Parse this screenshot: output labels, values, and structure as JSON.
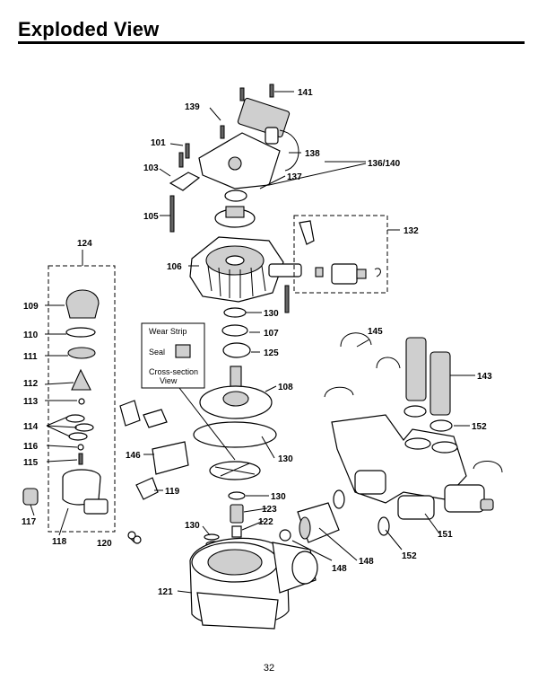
{
  "page": {
    "title": "Exploded View",
    "page_number": "32"
  },
  "callout": {
    "wear_strip": "Wear Strip",
    "seal": "Seal",
    "cross_section_line1": "Cross-section",
    "cross_section_line2": "View"
  },
  "labels": {
    "p101": "101",
    "p103": "103",
    "p105": "105",
    "p106": "106",
    "p107": "107",
    "p108": "108",
    "p109": "109",
    "p110": "110",
    "p111": "111",
    "p112": "112",
    "p113": "113",
    "p114": "114",
    "p115": "115",
    "p116": "116",
    "p117": "117",
    "p118": "118",
    "p119": "119",
    "p120": "120",
    "p121": "121",
    "p122": "122",
    "p123": "123",
    "p124": "124",
    "p125": "125",
    "p130a": "130",
    "p130b": "130",
    "p130c": "130",
    "p130d": "130",
    "p132": "132",
    "p136": "136/140",
    "p137": "137",
    "p138": "138",
    "p139": "139",
    "p141": "141",
    "p143": "143",
    "p145": "145",
    "p146": "146",
    "p148a": "148",
    "p148b": "148",
    "p151": "151",
    "p152a": "152",
    "p152b": "152"
  }
}
